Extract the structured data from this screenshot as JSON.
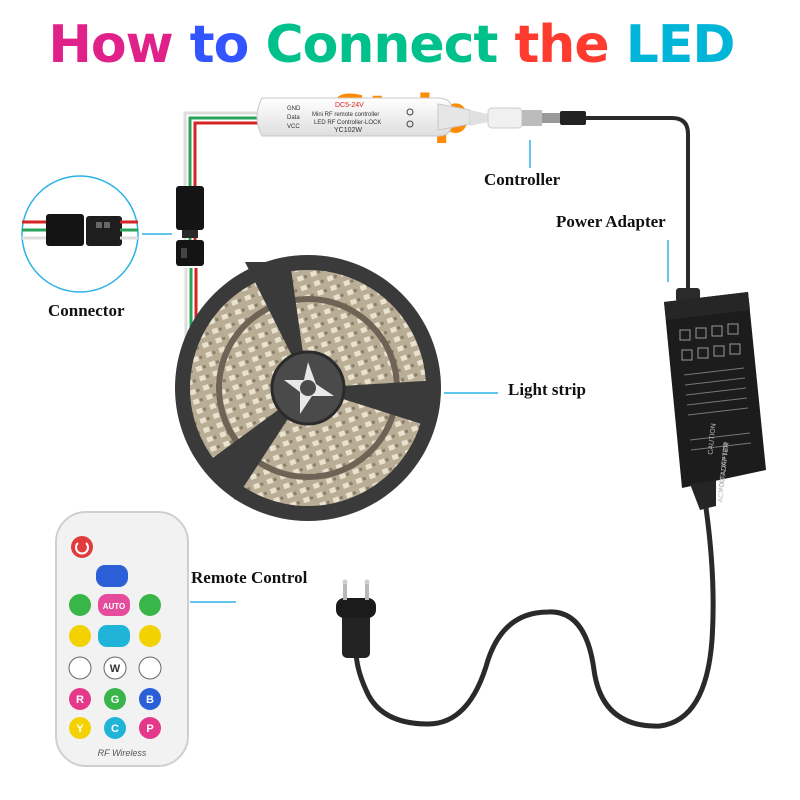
{
  "title": {
    "text": "How to Connect the LED Strip",
    "colors": [
      "#e0218a",
      "#8b2be2",
      "#3355ff",
      "#00a3e0",
      "#00c08b",
      "#ffb300",
      "#ff3b30",
      "#7ad000",
      "#00b5d8",
      "#ff2d75",
      "#ff8c00"
    ]
  },
  "labels": {
    "controller": "Controller",
    "power_adapter": "Power Adapter",
    "connector": "Connector",
    "light_strip": "Light strip",
    "remote_control": "Remote Control"
  },
  "controller": {
    "voltage": "DC5-24V",
    "line1": "Mini RF remote controller",
    "line2": "LED RF Controller-LOCK",
    "model": "YC102W",
    "pin_gnd": "GND",
    "pin_data": "Data",
    "pin_vcc": "VCC"
  },
  "adapter": {
    "type": "AC / DC ADAPTER",
    "model": "MODEL: JCY-1250",
    "caution": "CAUTION"
  },
  "remote": {
    "footer": "RF Wireless",
    "buttons": {
      "auto": "AUTO",
      "white": "W",
      "red": "R",
      "green": "G",
      "blue": "B",
      "yellow": "Y",
      "cyan": "C",
      "purple": "P"
    }
  },
  "colors": {
    "label_line": "#2bb3e6",
    "cable": "#2a2a2a",
    "adapter_body": "#1c1c1c",
    "remote_body": "#f2f2f2"
  }
}
